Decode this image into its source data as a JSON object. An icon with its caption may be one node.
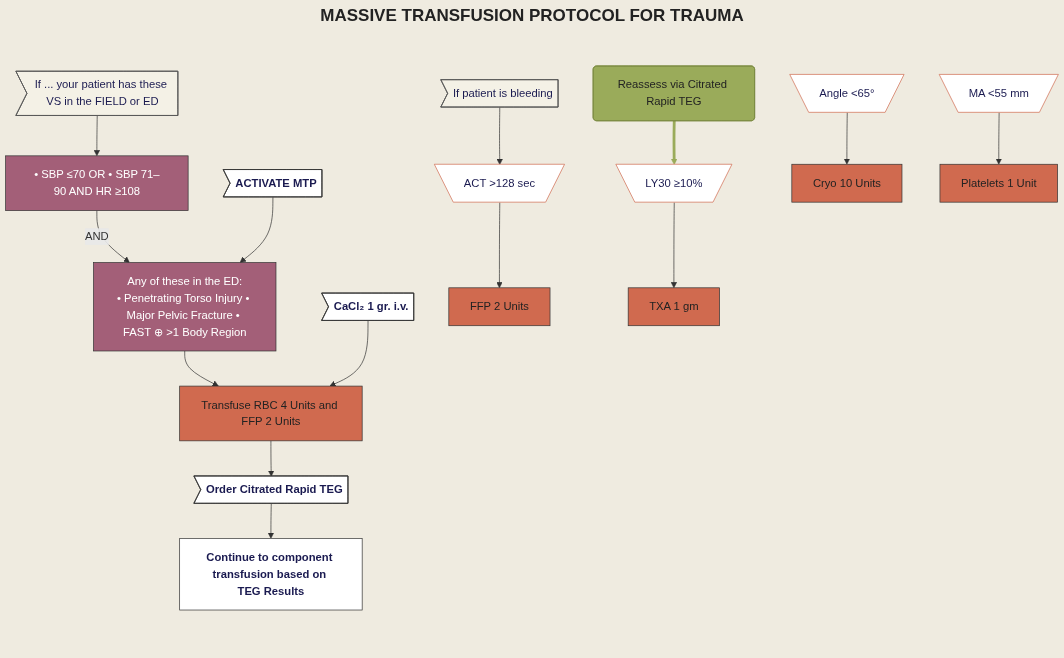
{
  "diagram": {
    "title": "MASSIVE TRANSFUSION PROTOCOL FOR TRAUMA",
    "nodes": [
      {
        "text": [
          "If ... your patient has these VS in the FIELD or ED"
        ]
      },
      {
        "text": [
          "• SBP ≤70 OR • SBP 71–90 AND HR ≥108"
        ]
      },
      {
        "text": [
          "Any of these in the ED:",
          "• Penetrating Torso Injury • Major Pelvic Fracture • FAST ⊕ >1 Body Region"
        ]
      },
      {
        "text": [
          "ACTIVATE MTP"
        ]
      },
      {
        "text": [
          "Transfuse RBC 4 Units and FFP 2 Units"
        ]
      },
      {
        "text": [
          "CaCl₂ 1 gr. i.v."
        ]
      },
      {
        "text": [
          "Order Citrated Rapid TEG"
        ]
      },
      {
        "text": [
          "Continue to component transfusion based on TEG Results"
        ]
      },
      {
        "text": [
          "If patient is bleeding"
        ]
      },
      {
        "text": [
          "ACT >128 sec"
        ]
      },
      {
        "text": [
          "Angle <65°"
        ]
      },
      {
        "text": [
          "MA <55 mm"
        ]
      },
      {
        "text": [
          "LY30 ≥10%"
        ]
      },
      {
        "text": [
          "FFP 2 Units"
        ]
      },
      {
        "text": [
          "Cryo 10 Units"
        ]
      },
      {
        "text": [
          "Platelets 1 Unit"
        ]
      },
      {
        "text": [
          "TXA 1 gm"
        ]
      },
      {
        "text": [
          "Reassess via Citrated Rapid TEG"
        ]
      }
    ],
    "edges": [
      {
        "from": 0,
        "to": 1,
        "arrow": "to"
      },
      {
        "from": 1,
        "to": 2,
        "arrow": "to",
        "label": "AND"
      },
      {
        "from": 3,
        "to": 2,
        "arrow": "to"
      },
      {
        "from": 2,
        "to": 4,
        "arrow": "to"
      },
      {
        "from": 5,
        "to": 4,
        "arrow": "to"
      },
      {
        "from": 4,
        "to": 6,
        "arrow": "to"
      },
      {
        "from": 6,
        "to": 7,
        "arrow": "to"
      },
      {
        "from": 8,
        "to": 9,
        "arrow": "to"
      },
      {
        "from": 9,
        "to": 13,
        "arrow": "to"
      },
      {
        "from": 10,
        "to": 14,
        "arrow": "to"
      },
      {
        "from": 11,
        "to": 15,
        "arrow": "to"
      },
      {
        "from": 12,
        "to": 16,
        "arrow": "to"
      },
      {
        "from": 17,
        "to": 12,
        "arrow": "to",
        "style": "thick",
        "color": "#9aab5a"
      }
    ]
  }
}
